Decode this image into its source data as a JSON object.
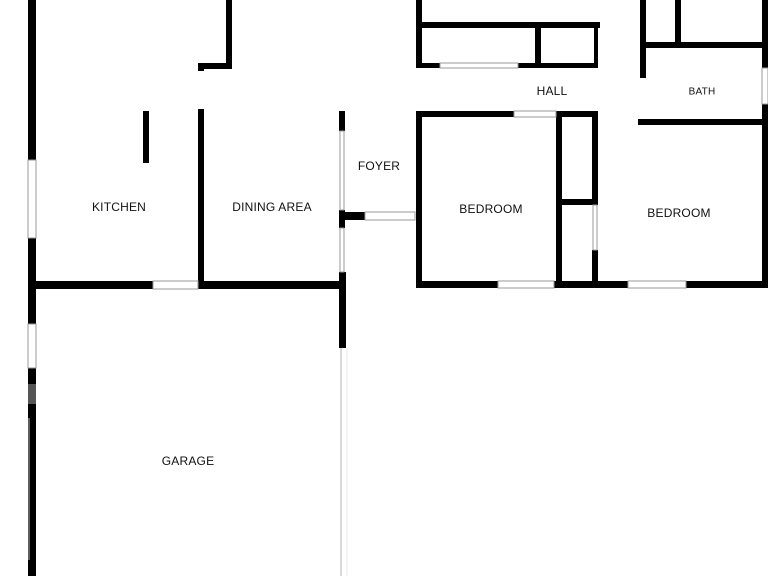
{
  "rooms": {
    "kitchen": "KITCHEN",
    "dining": "DINING AREA",
    "foyer": "FOYER",
    "hall": "HALL",
    "bath": "BATH",
    "bedroom_1": "BEDROOM",
    "bedroom_2": "BEDROOM",
    "garage": "GARAGE"
  },
  "colors": {
    "wall": "#000000",
    "window": "#ffffff",
    "window_frame": "#9a9a9a",
    "background": "#ffffff"
  }
}
